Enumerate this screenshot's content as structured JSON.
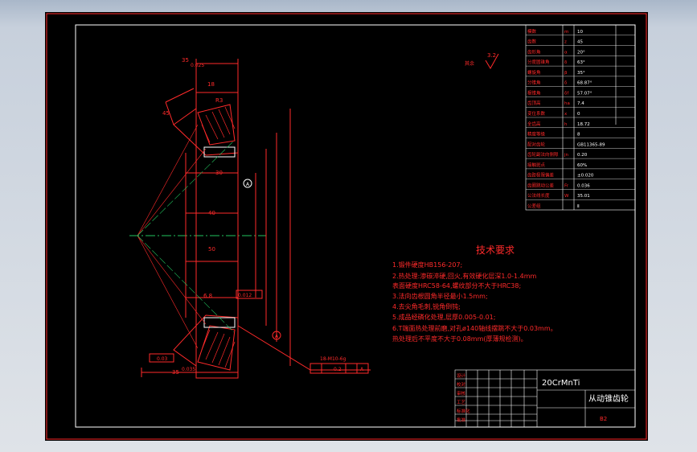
{
  "drawing": {
    "background": "#000000",
    "line_color": "#ff2a2a",
    "text_color": "#ffffff",
    "accent_green": "#22c55e"
  },
  "title_block": {
    "material": "20CrMnTi",
    "part_name": "从动锥齿轮",
    "scale_hint": "B2"
  },
  "tech_requirements": {
    "heading": "技术要求",
    "items": [
      "1.锻件硬度HB156-207;",
      "2.热处理:渗碳淬硬,回火,有效硬化层深1.0-1.4mm",
      "  表面硬度HRC58-64,螺纹部分不大于HRC38;",
      "3.法向齿根圆角半径最小1.5mm;",
      "4.去尖角毛刺,锐角倒钝;",
      "5.成品经磷化处理,层厚0.005-0.01;",
      "6.T端面热处理前磨,对孔ø140轴线摆跳不大于0.03mm。",
      "  热处理后不平度不大于0.08mm(厚薄规检测)。"
    ]
  },
  "roughness_note": {
    "label": "其余",
    "value": "3.2"
  },
  "dimensions": {
    "top_width": "35",
    "top_tol": "0.025",
    "bottom_width": "35",
    "bottom_tol": "0.035",
    "d30": "30",
    "d40": "40",
    "d50": "50",
    "d6_8": "6.8",
    "angle_18": "18",
    "angle_45": "45",
    "chamfer": "R3",
    "runout": "0.03",
    "flatness": "0.012",
    "thread": "18-M10-6g",
    "pos_tol": "0.2",
    "datum": "A"
  },
  "param_table_rows": [
    [
      "模数",
      "m",
      "10"
    ],
    [
      "齿数",
      "z",
      "45"
    ],
    [
      "齿形角",
      "α",
      "20°"
    ],
    [
      "分度圆锥角",
      "δ",
      "63°"
    ],
    [
      "螺旋角",
      "β",
      "35°"
    ],
    [
      "分锥角",
      "δ",
      "68.87°"
    ],
    [
      "根锥角",
      "δf",
      "57.07°"
    ],
    [
      "齿顶高",
      "ha",
      "7.4"
    ],
    [
      "变位系数",
      "x",
      "0"
    ],
    [
      "全齿高",
      "h",
      "18.72"
    ],
    [
      "精度等级",
      "",
      "8"
    ],
    [
      "配对齿轮",
      "",
      "GB11365-89"
    ],
    [
      "齿轮副法向侧隙",
      "jn",
      "0.20"
    ],
    [
      "接触斑点",
      "",
      "60%"
    ],
    [
      "齿距极限偏差",
      "",
      "±0.020"
    ],
    [
      "齿圈跳动公差",
      "Fr",
      "0.036"
    ],
    [
      "公法线长度",
      "W",
      "35.01"
    ],
    [
      "公差组",
      "",
      "Ⅱ"
    ]
  ],
  "title_grid_labels": [
    "设计",
    "校对",
    "审核",
    "工艺",
    "标准化",
    "批准"
  ]
}
